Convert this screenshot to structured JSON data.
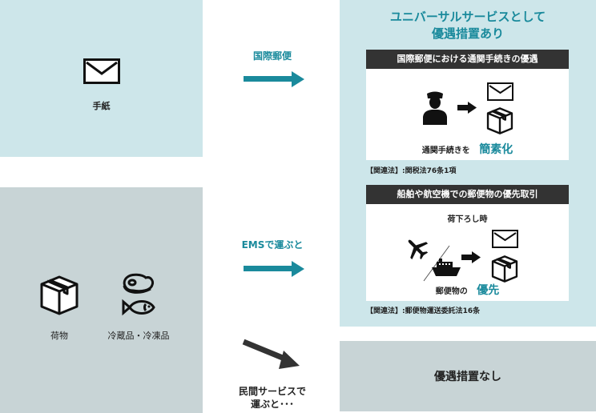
{
  "left": {
    "letter_label": "手紙",
    "parcel_label": "荷物",
    "cold_label": "冷蔵品・冷凍品"
  },
  "arrows": {
    "intl_post_label": "国際郵便",
    "ems_label": "EMSで運ぶと",
    "private_label_line1": "民間サービスで",
    "private_label_line2": "運ぶと･･･"
  },
  "right": {
    "title_line1": "ユニバーサルサービスとして",
    "title_line2": "優遇措置あり",
    "card1": {
      "header": "国際郵便における通関手続きの優遇",
      "caption_prefix": "通関手続きを",
      "caption_highlight": "簡素化",
      "note": "【関連法】:関税法76条1項"
    },
    "card2": {
      "header": "船舶や航空機での郵便物の優先取引",
      "subtitle": "荷下ろし時",
      "caption_prefix": "郵便物の",
      "caption_highlight": "優先",
      "note": "【関連法】:郵便物運送委託法16条"
    },
    "no_benefit": "優遇措置なし"
  },
  "colors": {
    "accent": "#1a8a9c",
    "light_blue": "#cde6ea",
    "gray": "#c8d4d6",
    "dark": "#333333"
  }
}
